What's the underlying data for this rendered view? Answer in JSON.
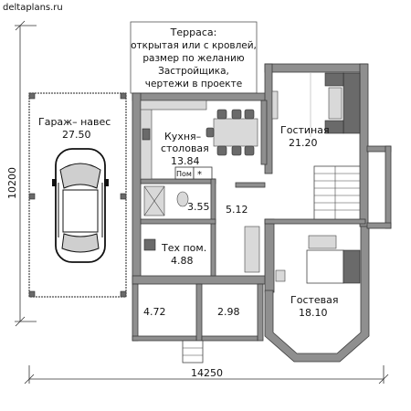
{
  "watermark": "deltaplans.ru",
  "terrace_note": [
    "Терраса:",
    "открытая или с кровлей,",
    "размер по желанию",
    "Застройщика,",
    "чертежи в проекте"
  ],
  "rooms": {
    "garage": {
      "name": "Гараж– навес",
      "area": "27.50"
    },
    "kitchen": {
      "name_1": "Кухня–",
      "name_2": "столовая",
      "area": "13.84"
    },
    "living": {
      "name": "Гостиная",
      "area": "21.20"
    },
    "bath": {
      "area": "3.55"
    },
    "hall": {
      "area": "5.12"
    },
    "tech": {
      "name": "Тех пом.",
      "area": "4.88"
    },
    "vest_left": {
      "area": "4.72"
    },
    "vest_right": {
      "area": "2.98"
    },
    "guest": {
      "name": "Гостевая",
      "area": "18.10"
    }
  },
  "appliance_label": "Пом",
  "dimensions": {
    "width": "14250",
    "height": "10200"
  },
  "colors": {
    "wall": "#8f8f8f",
    "wall_stroke": "#3a3a3a",
    "floor": "#ffffff",
    "furniture": "#6a6a6a"
  }
}
